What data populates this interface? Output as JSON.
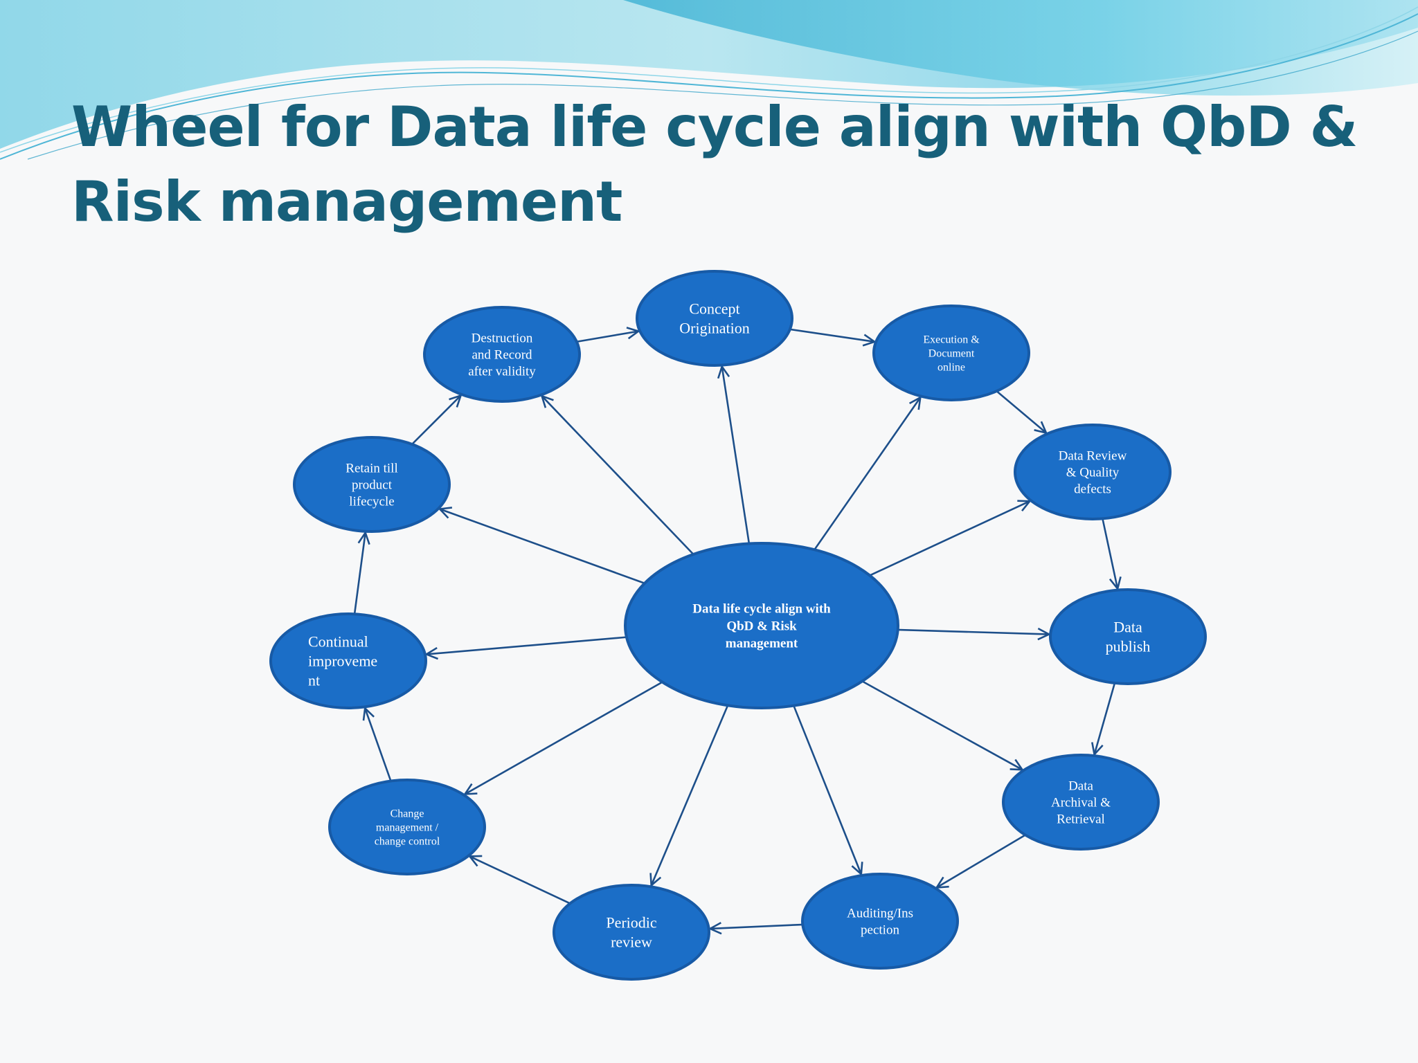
{
  "title": "Wheel for Data life cycle align with QbD & Risk management",
  "colors": {
    "node_fill": "#1b6ec7",
    "node_stroke": "#175aa6",
    "arrow": "#1d4f8a",
    "title": "#17607a",
    "wave_light": "#cdeef4",
    "wave_mid": "#7fd2e6",
    "wave_dark": "#1f9ec8"
  },
  "diagram": {
    "center": {
      "id": "center",
      "lines": [
        "Data life cycle align with",
        "QbD & Risk",
        "management"
      ]
    },
    "nodes": [
      {
        "id": "concept",
        "lines": [
          "Concept",
          "Origination"
        ]
      },
      {
        "id": "execution",
        "lines": [
          "Execution &",
          "Document",
          "online"
        ]
      },
      {
        "id": "review",
        "lines": [
          "Data Review",
          "& Quality",
          "defects"
        ]
      },
      {
        "id": "publish",
        "lines": [
          "Data",
          "publish"
        ]
      },
      {
        "id": "archival",
        "lines": [
          "Data",
          "Archival &",
          "Retrieval"
        ]
      },
      {
        "id": "auditing",
        "lines": [
          "Auditing/Ins",
          "pection"
        ]
      },
      {
        "id": "periodic",
        "lines": [
          "Periodic",
          "review"
        ]
      },
      {
        "id": "change",
        "lines": [
          "Change",
          "management /",
          "change control"
        ]
      },
      {
        "id": "continual",
        "lines": [
          "Continual",
          "improveme",
          "nt"
        ]
      },
      {
        "id": "retain",
        "lines": [
          "Retain till",
          "product",
          "lifecycle"
        ]
      },
      {
        "id": "destruction",
        "lines": [
          "Destruction",
          "and Record",
          "after validity"
        ]
      }
    ],
    "cycle_edges": [
      [
        "concept",
        "execution"
      ],
      [
        "execution",
        "review"
      ],
      [
        "review",
        "publish"
      ],
      [
        "publish",
        "archival"
      ],
      [
        "archival",
        "auditing"
      ],
      [
        "auditing",
        "periodic"
      ],
      [
        "periodic",
        "change"
      ],
      [
        "change",
        "continual"
      ],
      [
        "continual",
        "retain"
      ],
      [
        "retain",
        "destruction"
      ],
      [
        "destruction",
        "concept"
      ]
    ],
    "spoke_edges": [
      [
        "center",
        "concept"
      ],
      [
        "center",
        "execution"
      ],
      [
        "center",
        "review"
      ],
      [
        "center",
        "publish"
      ],
      [
        "center",
        "archival"
      ],
      [
        "center",
        "auditing"
      ],
      [
        "center",
        "periodic"
      ],
      [
        "center",
        "change"
      ],
      [
        "center",
        "continual"
      ],
      [
        "center",
        "retain"
      ],
      [
        "center",
        "destruction"
      ]
    ]
  }
}
